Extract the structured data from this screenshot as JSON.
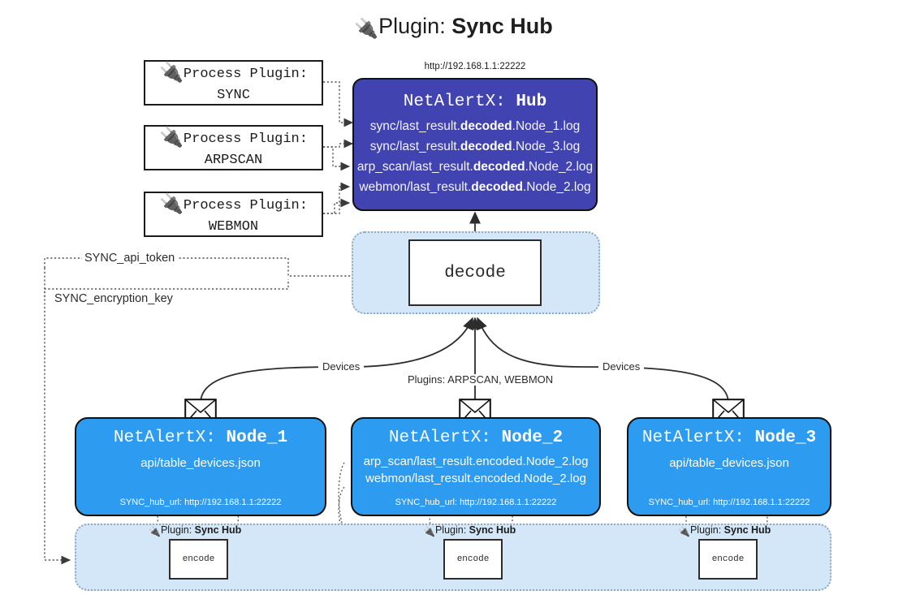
{
  "header": {
    "icon": "plug-icon",
    "prefix": "Plugin:",
    "name": "Sync Hub"
  },
  "process_plugins": [
    {
      "icon": "plug-icon",
      "line1": "Process Plugin:",
      "line2": "SYNC"
    },
    {
      "icon": "plug-icon",
      "line1": "Process Plugin:",
      "line2": "ARPSCAN"
    },
    {
      "icon": "plug-icon",
      "line1": "Process Plugin:",
      "line2": "WEBMON"
    }
  ],
  "hub": {
    "url": "http://192.168.1.1:22222",
    "title_prefix": "NetAlertX:",
    "title_name": "Hub",
    "logs": [
      {
        "pre": "sync/last_result.",
        "mid": "decoded",
        "post": ".Node_1.log"
      },
      {
        "pre": "sync/last_result.",
        "mid": "decoded",
        "post": ".Node_3.log"
      },
      {
        "pre": "arp_scan/last_result.",
        "mid": "decoded",
        "post": ".Node_2.log"
      },
      {
        "pre": "webmon/last_result.",
        "mid": "decoded",
        "post": ".Node_2.log"
      }
    ]
  },
  "decode": {
    "label": "decode"
  },
  "secrets": [
    {
      "label": "SYNC_api_token"
    },
    {
      "label": "SYNC_encryption_key"
    }
  ],
  "edge_labels": {
    "left_devices": "Devices",
    "center_plugins": "Plugins: ARPSCAN, WEBMON",
    "right_devices": "Devices"
  },
  "nodes": [
    {
      "title_prefix": "NetAlertX:",
      "title_name": "Node_1",
      "lines": [
        "api/table_devices.json"
      ],
      "footer": "SYNC_hub_url: http://192.168.1.1:22222",
      "envelope": "envelope-icon"
    },
    {
      "title_prefix": "NetAlertX:",
      "title_name": "Node_2",
      "lines": [
        "arp_scan/last_result.encoded.Node_2.log",
        "webmon/last_result.encoded.Node_2.log"
      ],
      "footer": "SYNC_hub_url: http://192.168.1.1:22222",
      "envelope": "envelope-icon"
    },
    {
      "title_prefix": "NetAlertX:",
      "title_name": "Node_3",
      "lines": [
        "api/table_devices.json"
      ],
      "footer": "SYNC_hub_url: http://192.168.1.1:22222",
      "envelope": "envelope-icon"
    }
  ],
  "encoders": [
    {
      "tag_prefix": "Plugin:",
      "tag_name": "Sync Hub",
      "label": "encode",
      "icon": "plug-icon"
    },
    {
      "tag_prefix": "Plugin:",
      "tag_name": "Sync Hub",
      "label": "encode",
      "icon": "plug-icon"
    },
    {
      "tag_prefix": "Plugin:",
      "tag_name": "Sync Hub",
      "label": "encode",
      "icon": "plug-icon"
    }
  ],
  "colors": {
    "hub_fill": "#4143b0",
    "node_fill": "#2d9bf0",
    "band_fill": "#d4e7f8",
    "line": "#2d2d2d"
  }
}
